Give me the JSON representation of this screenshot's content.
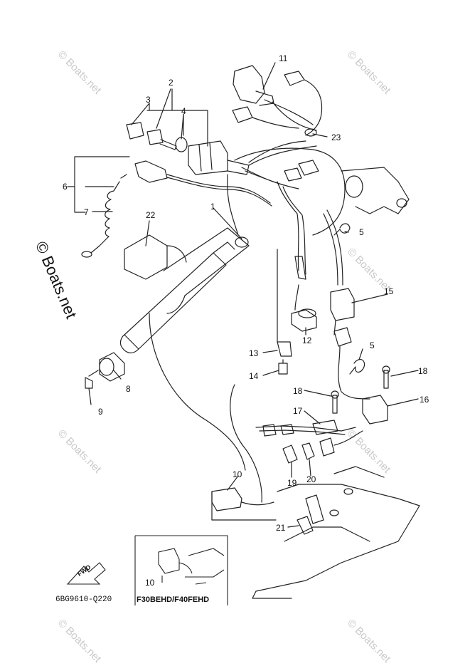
{
  "watermark": {
    "text": "© Boats.net",
    "big_text": "© Boats.net"
  },
  "part_numbers": {
    "p1": "1",
    "p2": "2",
    "p3": "3",
    "p4": "4",
    "p5a": "5",
    "p5b": "5",
    "p6": "6",
    "p7": "7",
    "p8": "8",
    "p9": "9",
    "p10a": "10",
    "p10b": "10",
    "p11": "11",
    "p12": "12",
    "p13": "13",
    "p14": "14",
    "p15": "15",
    "p16": "16",
    "p17": "17",
    "p18a": "18",
    "p18b": "18",
    "p19": "19",
    "p20": "20",
    "p21": "21",
    "p22": "22",
    "p23": "23"
  },
  "diagram_code": "6BG9610-Q220",
  "inset_label": "F30BEHD/F40FEHD",
  "fwd_label": "FWD"
}
